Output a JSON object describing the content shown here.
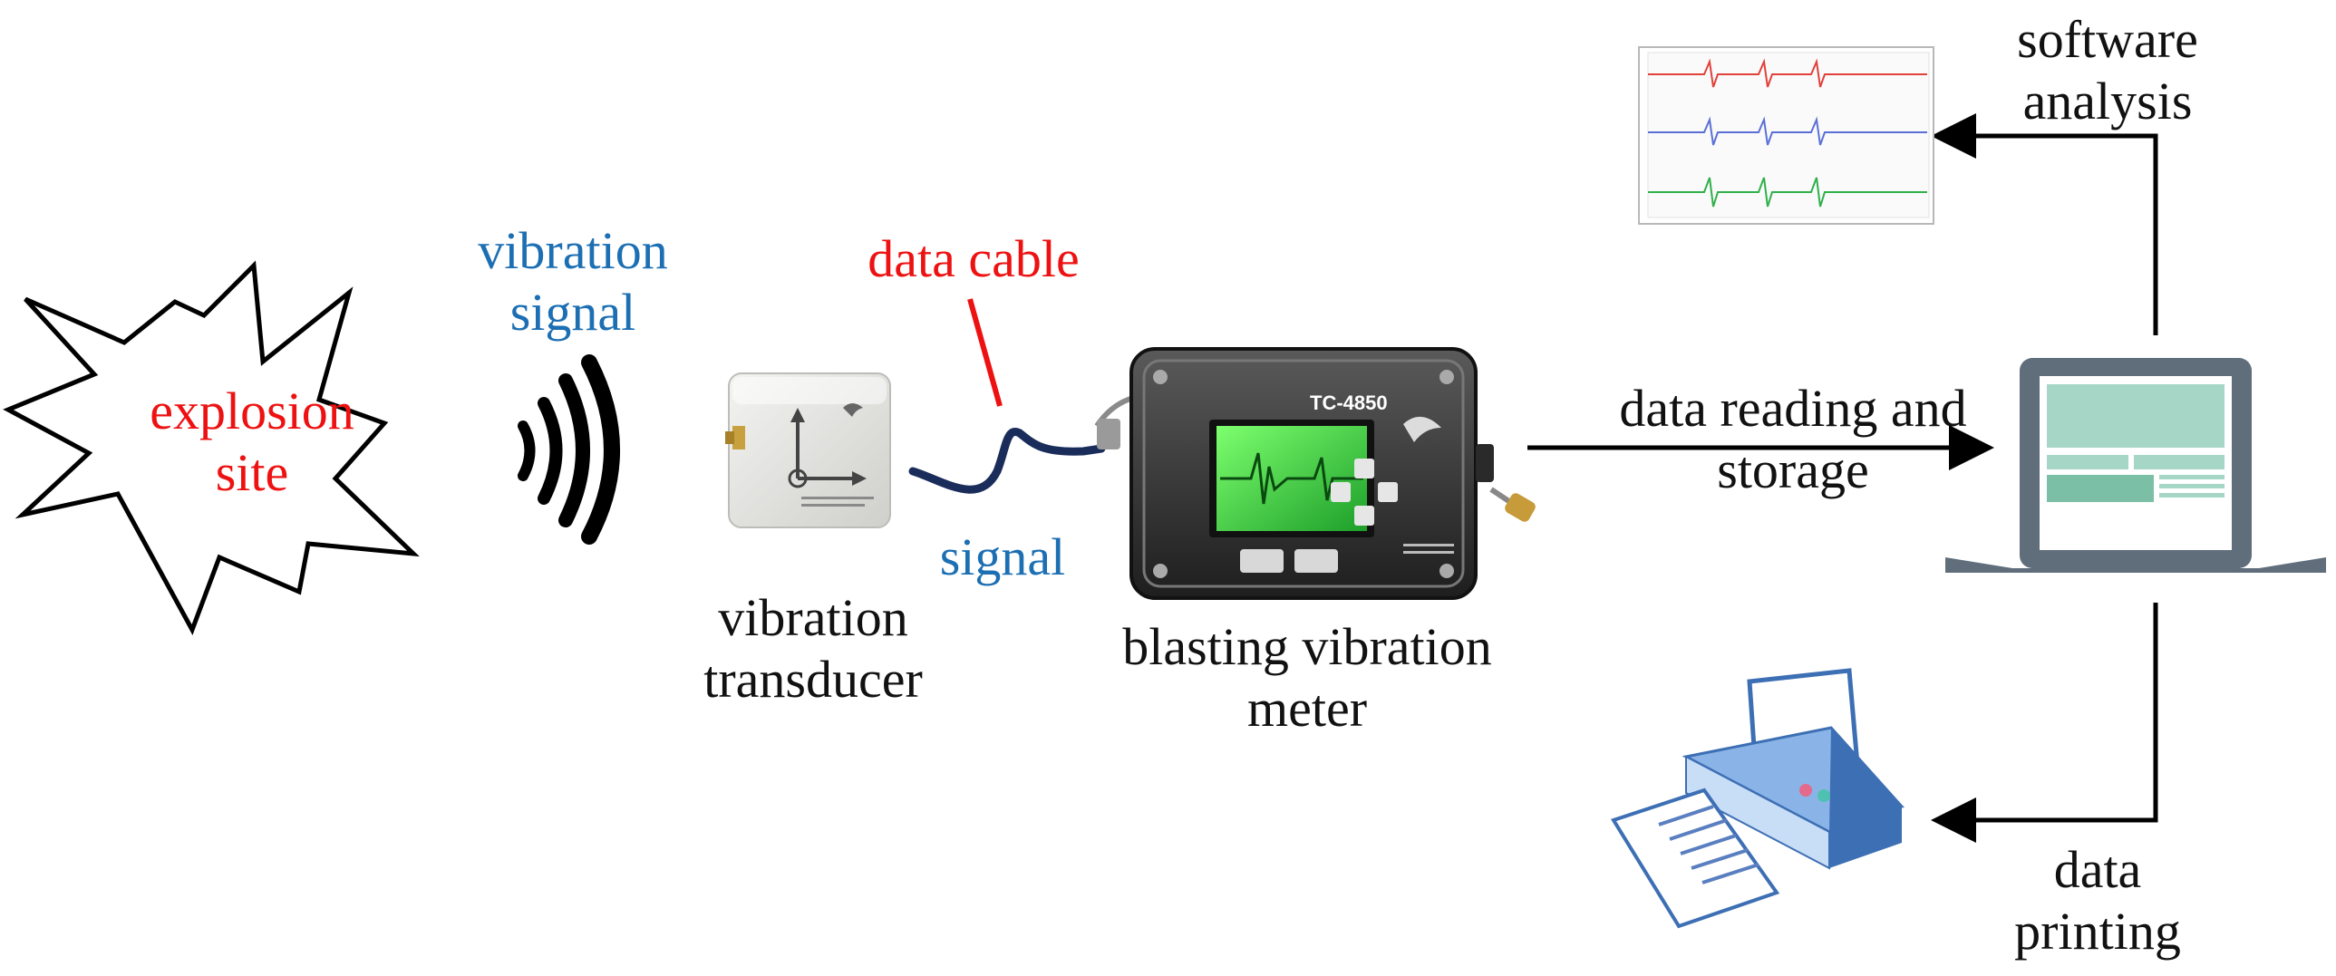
{
  "labels": {
    "explosion_site": [
      "explosion",
      "site"
    ],
    "vibration_signal": [
      "vibration",
      "signal"
    ],
    "data_cable": "data cable",
    "signal": "signal",
    "vibration_transducer": [
      "vibration",
      "transducer"
    ],
    "blasting_vibration_meter": [
      "blasting vibration",
      "meter"
    ],
    "data_reading_and_storage": [
      "data reading and",
      "storage"
    ],
    "software_analysis": [
      "software",
      "analysis"
    ],
    "data_printing": [
      "data",
      "printing"
    ]
  },
  "device": {
    "model": "TC-4850"
  },
  "colors": {
    "red_label": "#ee1111",
    "blue_label": "#1d6fb3",
    "cable": "#1a2d5a",
    "meter_screen": "#3ddc3d",
    "laptop_body": "#5f6e7a",
    "laptop_screen": "#a6d6c5",
    "printer_blue": "#3d6fb4",
    "trace_red": "#e2403a",
    "trace_blue": "#5b6fd8",
    "trace_green": "#2fb04a"
  },
  "icons": {
    "explosion": "explosion-burst-icon",
    "wave": "signal-wave-icon",
    "transducer": "transducer-cube-icon",
    "meter": "vibration-meter-icon",
    "laptop": "laptop-icon",
    "printer": "printer-icon",
    "chart": "waveform-chart-icon"
  }
}
